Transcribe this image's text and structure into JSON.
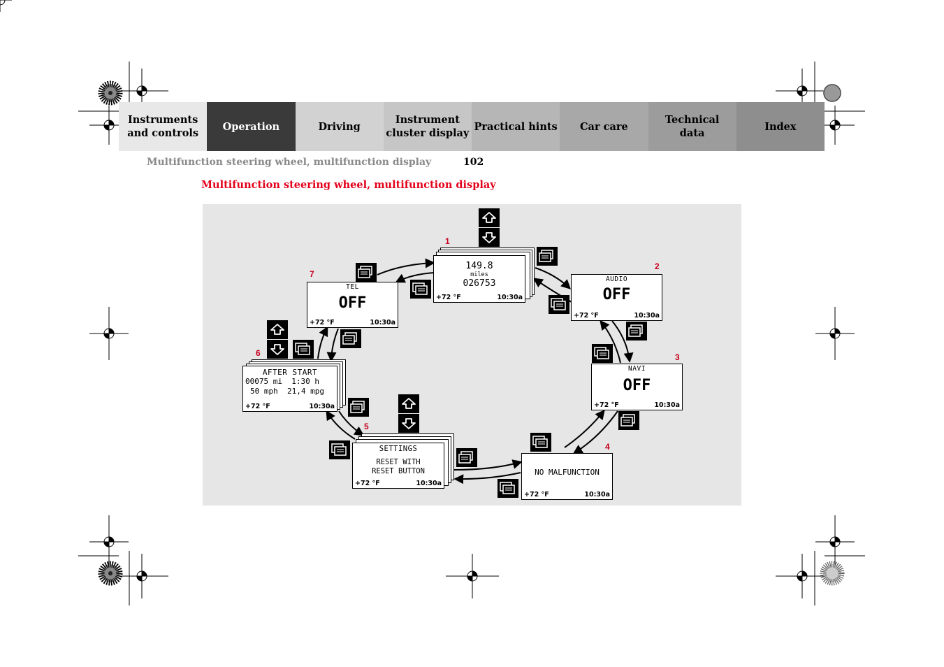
{
  "nav": {
    "tabs": [
      {
        "label": "Instruments\nand controls",
        "bg": "#e8e8e8",
        "fg": "#000000"
      },
      {
        "label": "Operation",
        "bg": "#3a3a3a",
        "fg": "#ffffff"
      },
      {
        "label": "Driving",
        "bg": "#d2d2d2",
        "fg": "#000000"
      },
      {
        "label": "Instrument\ncluster display",
        "bg": "#c6c6c6",
        "fg": "#000000"
      },
      {
        "label": "Practical hints",
        "bg": "#b6b6b6",
        "fg": "#000000"
      },
      {
        "label": "Car care",
        "bg": "#a8a8a8",
        "fg": "#000000"
      },
      {
        "label": "Technical\ndata",
        "bg": "#9c9c9c",
        "fg": "#000000"
      },
      {
        "label": "Index",
        "bg": "#8e8e8e",
        "fg": "#000000"
      }
    ]
  },
  "header": {
    "running_head": "Multifunction steering wheel, multifunction display",
    "page_number": "102"
  },
  "section_title": "Multifunction steering wheel, multifunction display",
  "colors": {
    "accent": "#e3001b",
    "panel": "#e6e6e6",
    "step_number": "#c8001e"
  },
  "displays": {
    "d1": {
      "step": "1",
      "line1": "149.8",
      "line2": "miles",
      "line3": "026753",
      "temp": "+72 °F",
      "time": "10:30a"
    },
    "d2": {
      "step": "2",
      "title": "AUDIO",
      "value": "OFF",
      "temp": "+72 °F",
      "time": "10:30a"
    },
    "d3": {
      "step": "3",
      "title": "NAVI",
      "value": "OFF",
      "temp": "+72 °F",
      "time": "10:30a"
    },
    "d4": {
      "step": "4",
      "text": "NO MALFUNCTION",
      "temp": "+72 °F",
      "time": "10:30a"
    },
    "d5": {
      "step": "5",
      "title": "SETTINGS",
      "line1": "RESET WITH",
      "line2": "RESET BUTTON",
      "temp": "+72 °F",
      "time": "10:30a"
    },
    "d6": {
      "step": "6",
      "title": "AFTER START",
      "line1": "00075 mi  1:30 h",
      "line2": "50 mph  21,4 mpg",
      "temp": "+72 °F",
      "time": "10:30a"
    },
    "d7": {
      "step": "7",
      "title": "TEL",
      "value": "OFF",
      "temp": "+72 °F",
      "time": "10:30a"
    }
  },
  "buttons": {
    "up": "arrow-up-icon",
    "down": "arrow-down-icon",
    "page_forward": "page-forward-icon",
    "page_back": "page-back-icon"
  }
}
